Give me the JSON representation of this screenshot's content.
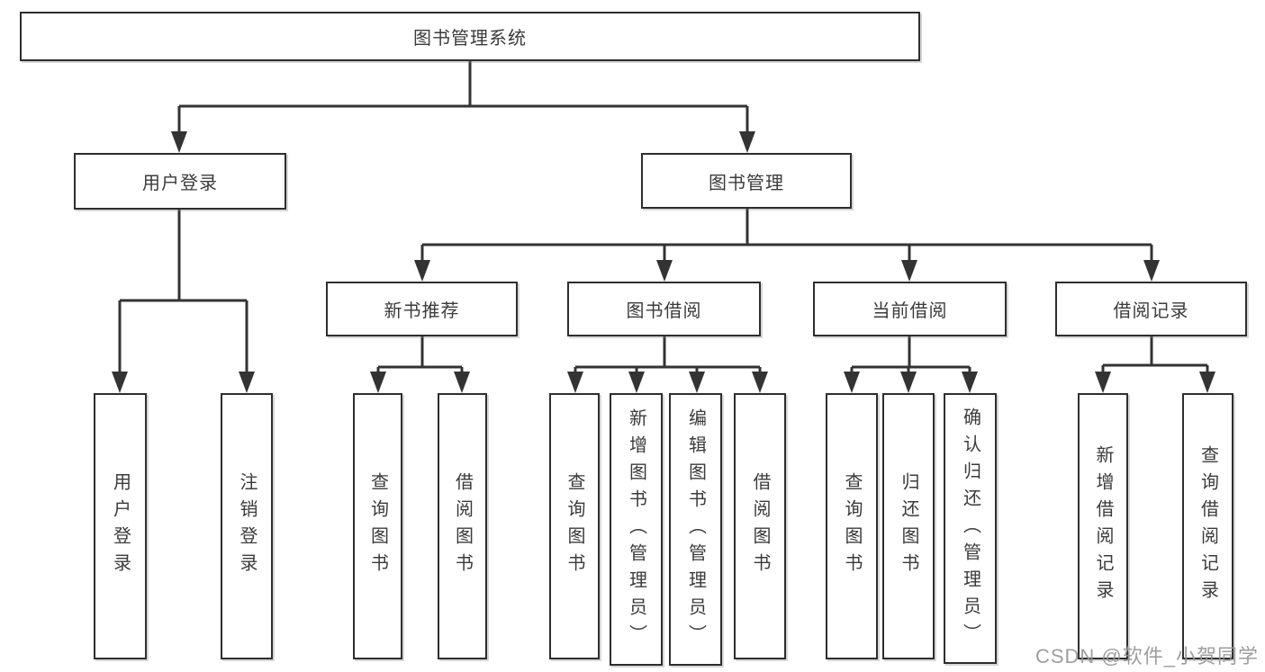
{
  "diagram": {
    "title": "图书管理系统",
    "user_login_branch": {
      "label": "用户登录",
      "children": [
        "用户登录",
        "注销登录"
      ]
    },
    "book_mgmt_branch": {
      "label": "图书管理",
      "groups": [
        {
          "label": "新书推荐",
          "children": [
            "查询图书",
            "借阅图书"
          ]
        },
        {
          "label": "图书借阅",
          "children": [
            "查询图书",
            "新增图书（管理员）",
            "编辑图书（管理员）",
            "借阅图书"
          ]
        },
        {
          "label": "当前借阅",
          "children": [
            "查询图书",
            "归还图书",
            "确认归还（管理员）"
          ]
        },
        {
          "label": "借阅记录",
          "children": [
            "新增借阅记录",
            "查询借阅记录"
          ]
        }
      ]
    },
    "line_color": "#333333",
    "border_color": "#2e2e2e",
    "text_color": "#3b3b3b"
  },
  "watermark": {
    "text": "CSDN @软件_小贺同学",
    "color": "#999999"
  }
}
